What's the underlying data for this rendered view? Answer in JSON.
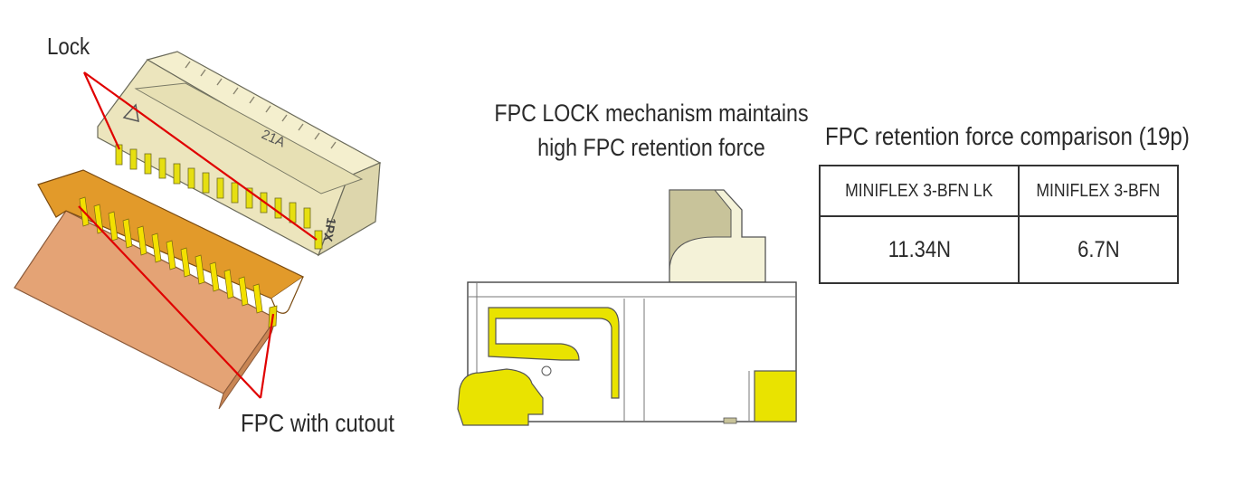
{
  "labels": {
    "lock": "Lock",
    "fpc_cutout": "FPC with cutout",
    "mechanism_line1": "FPC LOCK mechanism maintains",
    "mechanism_line2": "high FPC retention force"
  },
  "connector_markings": {
    "pin_mark_top": "21A",
    "pin_mark_side": "1PX"
  },
  "table": {
    "title": "FPC retention force comparison (19p)",
    "headers": [
      "MINIFLEX 3-BFN LK",
      "MINIFLEX 3-BFN"
    ],
    "values": [
      "11.34N",
      "6.7N"
    ]
  },
  "colors": {
    "connector_body": "#f1ecc8",
    "contact_yellow": "#e8e200",
    "fpc_copper": "#e3a070",
    "fpc_trace": "#e09a1a",
    "callout_red": "#e00000",
    "outline": "#4a4a4a"
  }
}
